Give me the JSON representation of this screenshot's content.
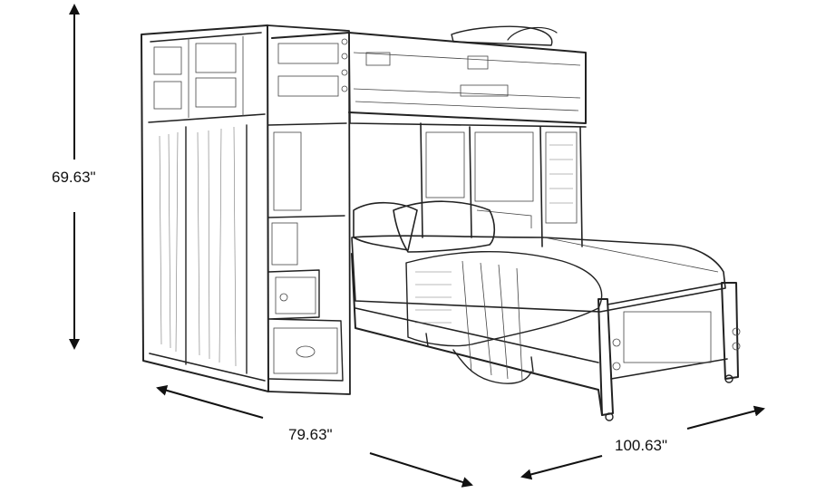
{
  "dimensions": {
    "height": "69.63\"",
    "depth": "79.63\"",
    "width": "100.63\""
  },
  "colors": {
    "ink": "#222222",
    "arrow": "#111111",
    "background": "#ffffff"
  }
}
